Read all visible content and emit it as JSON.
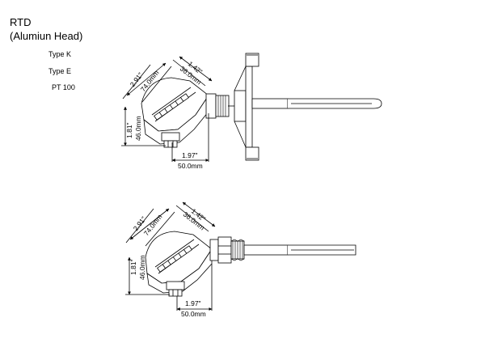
{
  "header": {
    "title": "RTD",
    "subtitle": "(Alumiun Head)"
  },
  "types": [
    "Type K",
    "Type E",
    "PT 100"
  ],
  "drawings": [
    {
      "name": "flanged",
      "dims": {
        "diag_in": "2.91\"",
        "diag_mm": "74.0mm",
        "head_in": "1.42\"",
        "head_mm": "36.0mm",
        "height_in": "1.81\"",
        "height_mm": "46.0mm",
        "base_in": "1.97\"",
        "base_mm": "50.0mm"
      }
    },
    {
      "name": "threaded",
      "dims": {
        "diag_in": "2.91\"",
        "diag_mm": "74.0mm",
        "head_in": "1.42\"",
        "head_mm": "36.0mm",
        "height_in": "1.81\"",
        "height_mm": "46.0mm",
        "base_in": "1.97\"",
        "base_mm": "50.0mm"
      }
    }
  ]
}
